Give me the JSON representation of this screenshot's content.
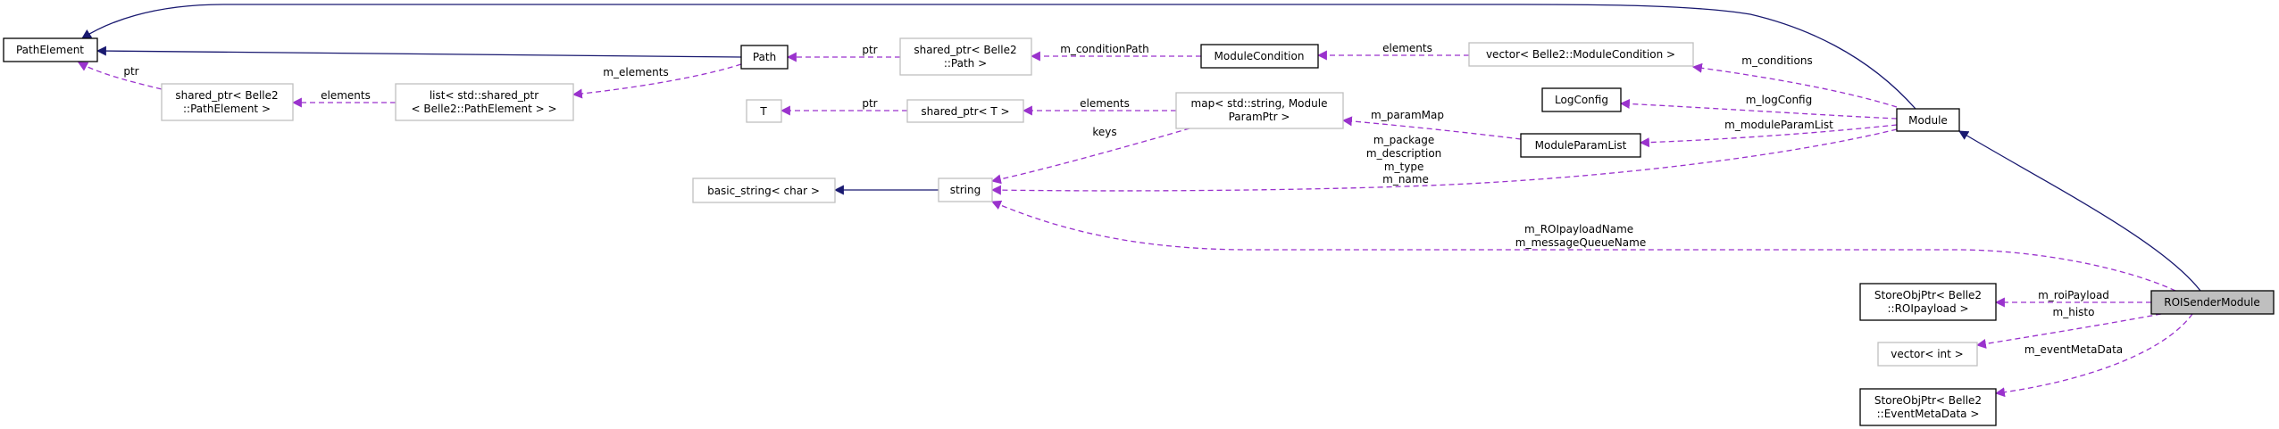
{
  "colors": {
    "inheritance_edge": "#191970",
    "usage_edge": "#9a32cd",
    "focus_node_fill": "#bfbfbf",
    "documented_border": "#000000",
    "undocumented_border": "#bfbfbf"
  },
  "nodes": {
    "path_element": "PathElement",
    "shared_ptr_path_element": [
      "shared_ptr< Belle2",
      "::PathElement >"
    ],
    "list_shared_ptr": [
      "list< std::shared_ptr",
      "< Belle2::PathElement > >"
    ],
    "path": "Path",
    "shared_ptr_path": [
      "shared_ptr< Belle2",
      "::Path >"
    ],
    "module_condition": "ModuleCondition",
    "vector_module_condition": "vector< Belle2::ModuleCondition >",
    "t": "T",
    "shared_ptr_t": "shared_ptr< T >",
    "map_param": [
      "map< std::string, Module",
      "ParamPtr >"
    ],
    "log_config": "LogConfig",
    "module_param_list": "ModuleParamList",
    "module": "Module",
    "basic_string": "basic_string< char >",
    "string": "string",
    "store_obj_ptr_roi": [
      "StoreObjPtr< Belle2",
      "::ROIpayload >"
    ],
    "vector_int": "vector< int >",
    "store_obj_ptr_emd": [
      "StoreObjPtr< Belle2",
      "::EventMetaData >"
    ],
    "roi_sender_module": "ROISenderModule"
  },
  "edge_labels": {
    "ptr_path_element": "ptr",
    "elements_list": "elements",
    "m_elements": "m_elements",
    "ptr_path": "ptr",
    "m_condition_path": "m_conditionPath",
    "elements_conditions": "elements",
    "m_conditions": "m_conditions",
    "ptr_t": "ptr",
    "elements_map": "elements",
    "keys": "keys",
    "m_param_map": "m_paramMap",
    "m_log_config": "m_logConfig",
    "m_module_param_list": "m_moduleParamList",
    "module_strings": [
      "m_package",
      "m_description",
      "m_type",
      "m_name"
    ],
    "roi_strings": [
      "m_ROIpayloadName",
      "m_messageQueueName"
    ],
    "m_roi_payload": "m_roiPayload",
    "m_histo": "m_histo",
    "m_event_meta_data": "m_eventMetaData"
  }
}
